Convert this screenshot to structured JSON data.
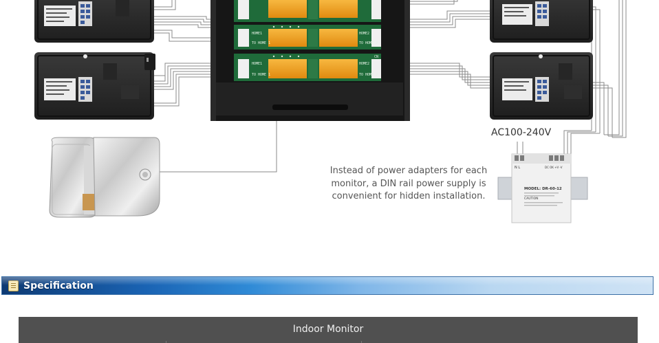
{
  "diagram": {
    "panel_labels": {
      "home1": "HOME1",
      "home2": "HOME2",
      "to_home1": "TO HOME 1",
      "to_home2": "TO HOME 2",
      "cn": "CN"
    },
    "power_supply": {
      "input_label": "AC100-240V",
      "model_text": "MODEL: DR-60-12",
      "terminal_left": "N  L",
      "terminal_right": "DC OK  +V  -V",
      "caution": "CAUTION"
    },
    "note_lines": [
      "Instead of power adapters for each",
      "monitor, a DIN rail power supply is",
      "convenient for hidden installation."
    ]
  },
  "section": {
    "title": "Specification"
  },
  "table": {
    "header": "Indoor Monitor"
  },
  "colors": {
    "monitor_body": "#2b2b2b",
    "relay": "#f0a020",
    "pcb": "#1f6b3a",
    "header_bg": "#505050"
  }
}
